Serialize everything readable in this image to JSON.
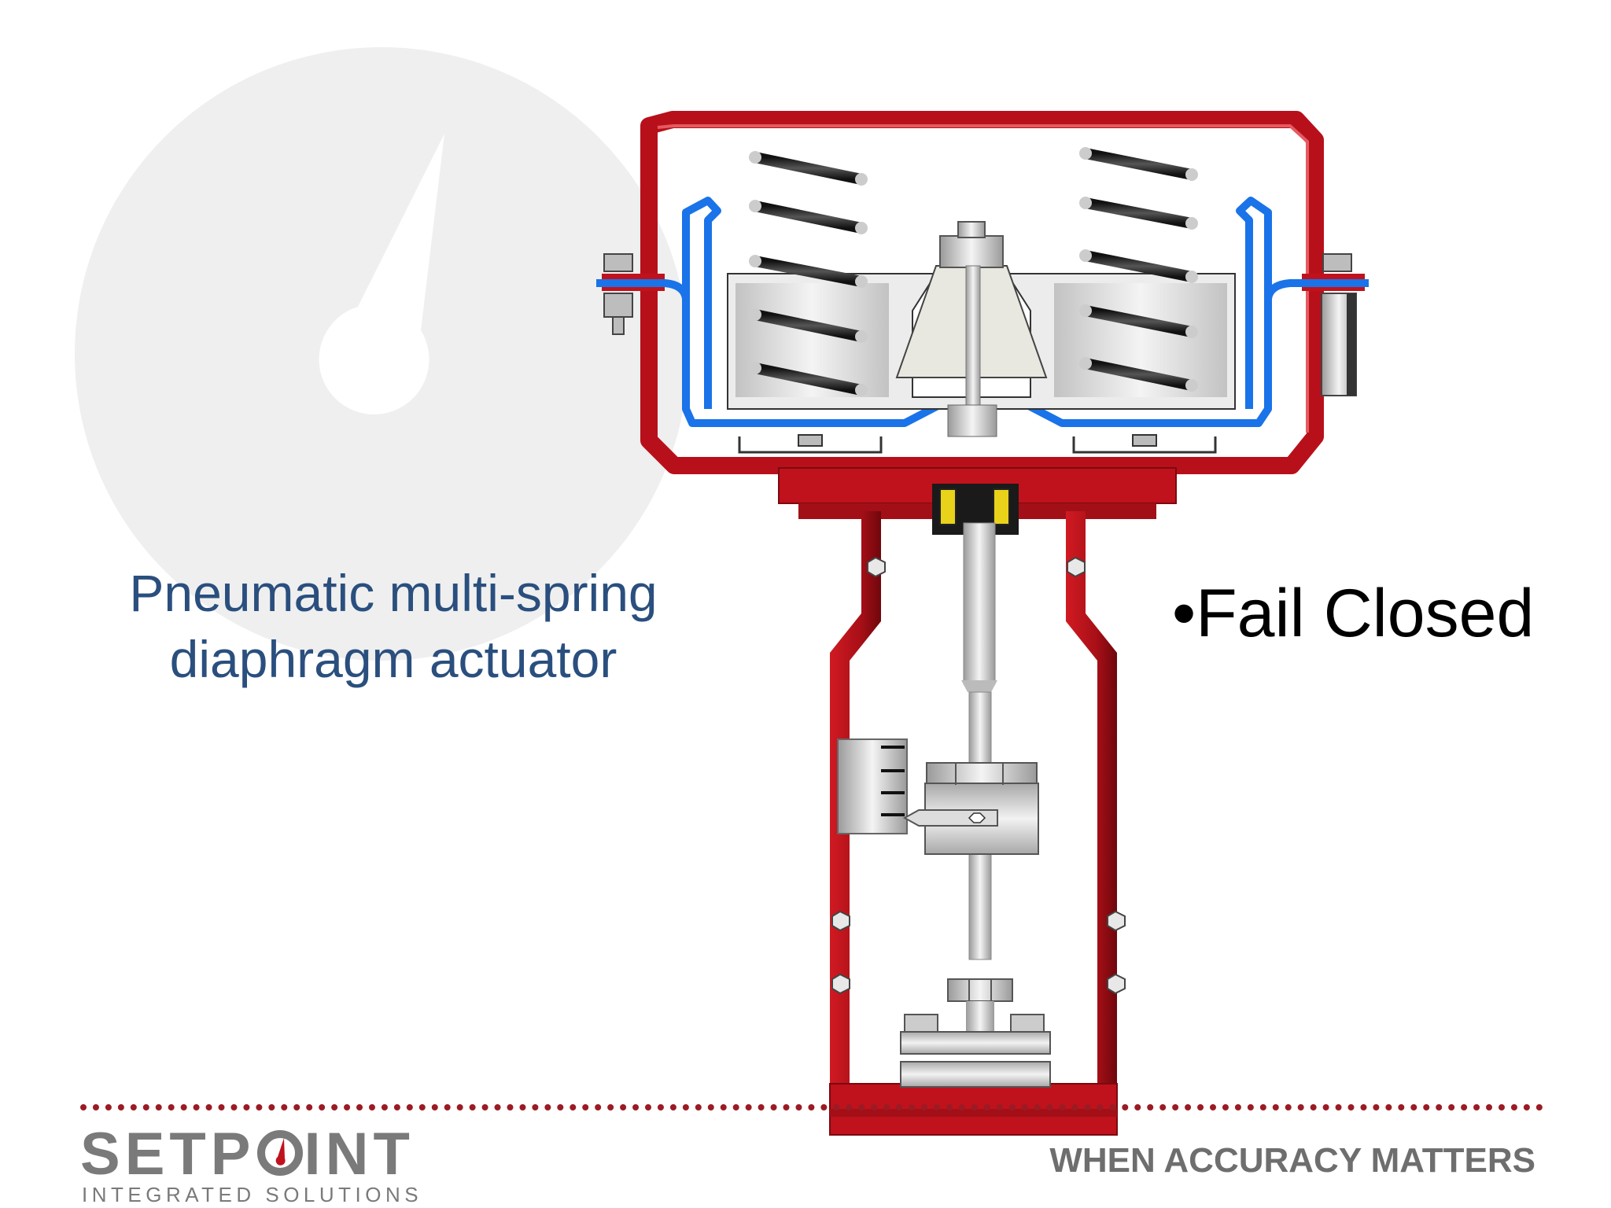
{
  "slide": {
    "subtitle_line1": "Pneumatic multi-spring",
    "subtitle_line2": "diaphragm actuator",
    "bullet": "•Fail Closed",
    "tagline": "WHEN ACCURACY MATTERS"
  },
  "logo": {
    "part1": "SETP",
    "part2": "INT",
    "sub": "INTEGRATED SOLUTIONS"
  },
  "colors": {
    "frame_red": "#c0121c",
    "diaphragm_blue": "#1a73e8",
    "subtitle_blue": "#2a4f7e",
    "rule_red": "#9b1b24",
    "logo_gray": "#7a7a7a"
  }
}
